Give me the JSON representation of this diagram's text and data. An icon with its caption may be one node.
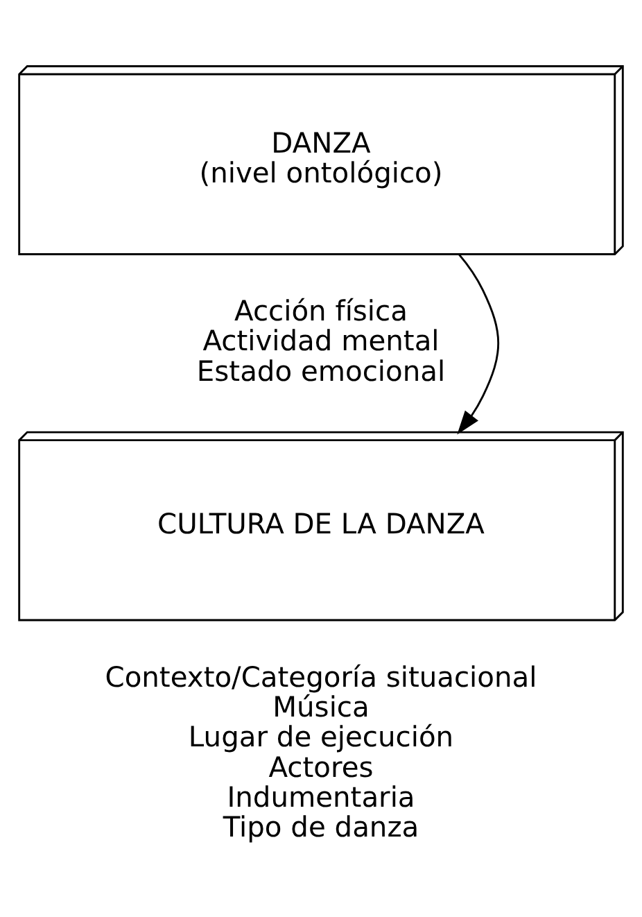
{
  "diagram": {
    "nodes": [
      {
        "text": [
          "DANZA",
          "(nivel ontológico)"
        ],
        "beside": [
          "Acción física",
          "Actividad mental",
          "Estado emocional"
        ]
      },
      {
        "text": [
          "CULTURA DE LA DANZA"
        ],
        "beside": [
          "Contexto/Categoría situacional",
          "Música",
          "Lugar de ejecución",
          "Actores",
          "Indumentaria",
          "Tipo de danza"
        ]
      }
    ],
    "edges": [
      {
        "from": 0,
        "to": 1,
        "arrow": "to"
      }
    ]
  }
}
